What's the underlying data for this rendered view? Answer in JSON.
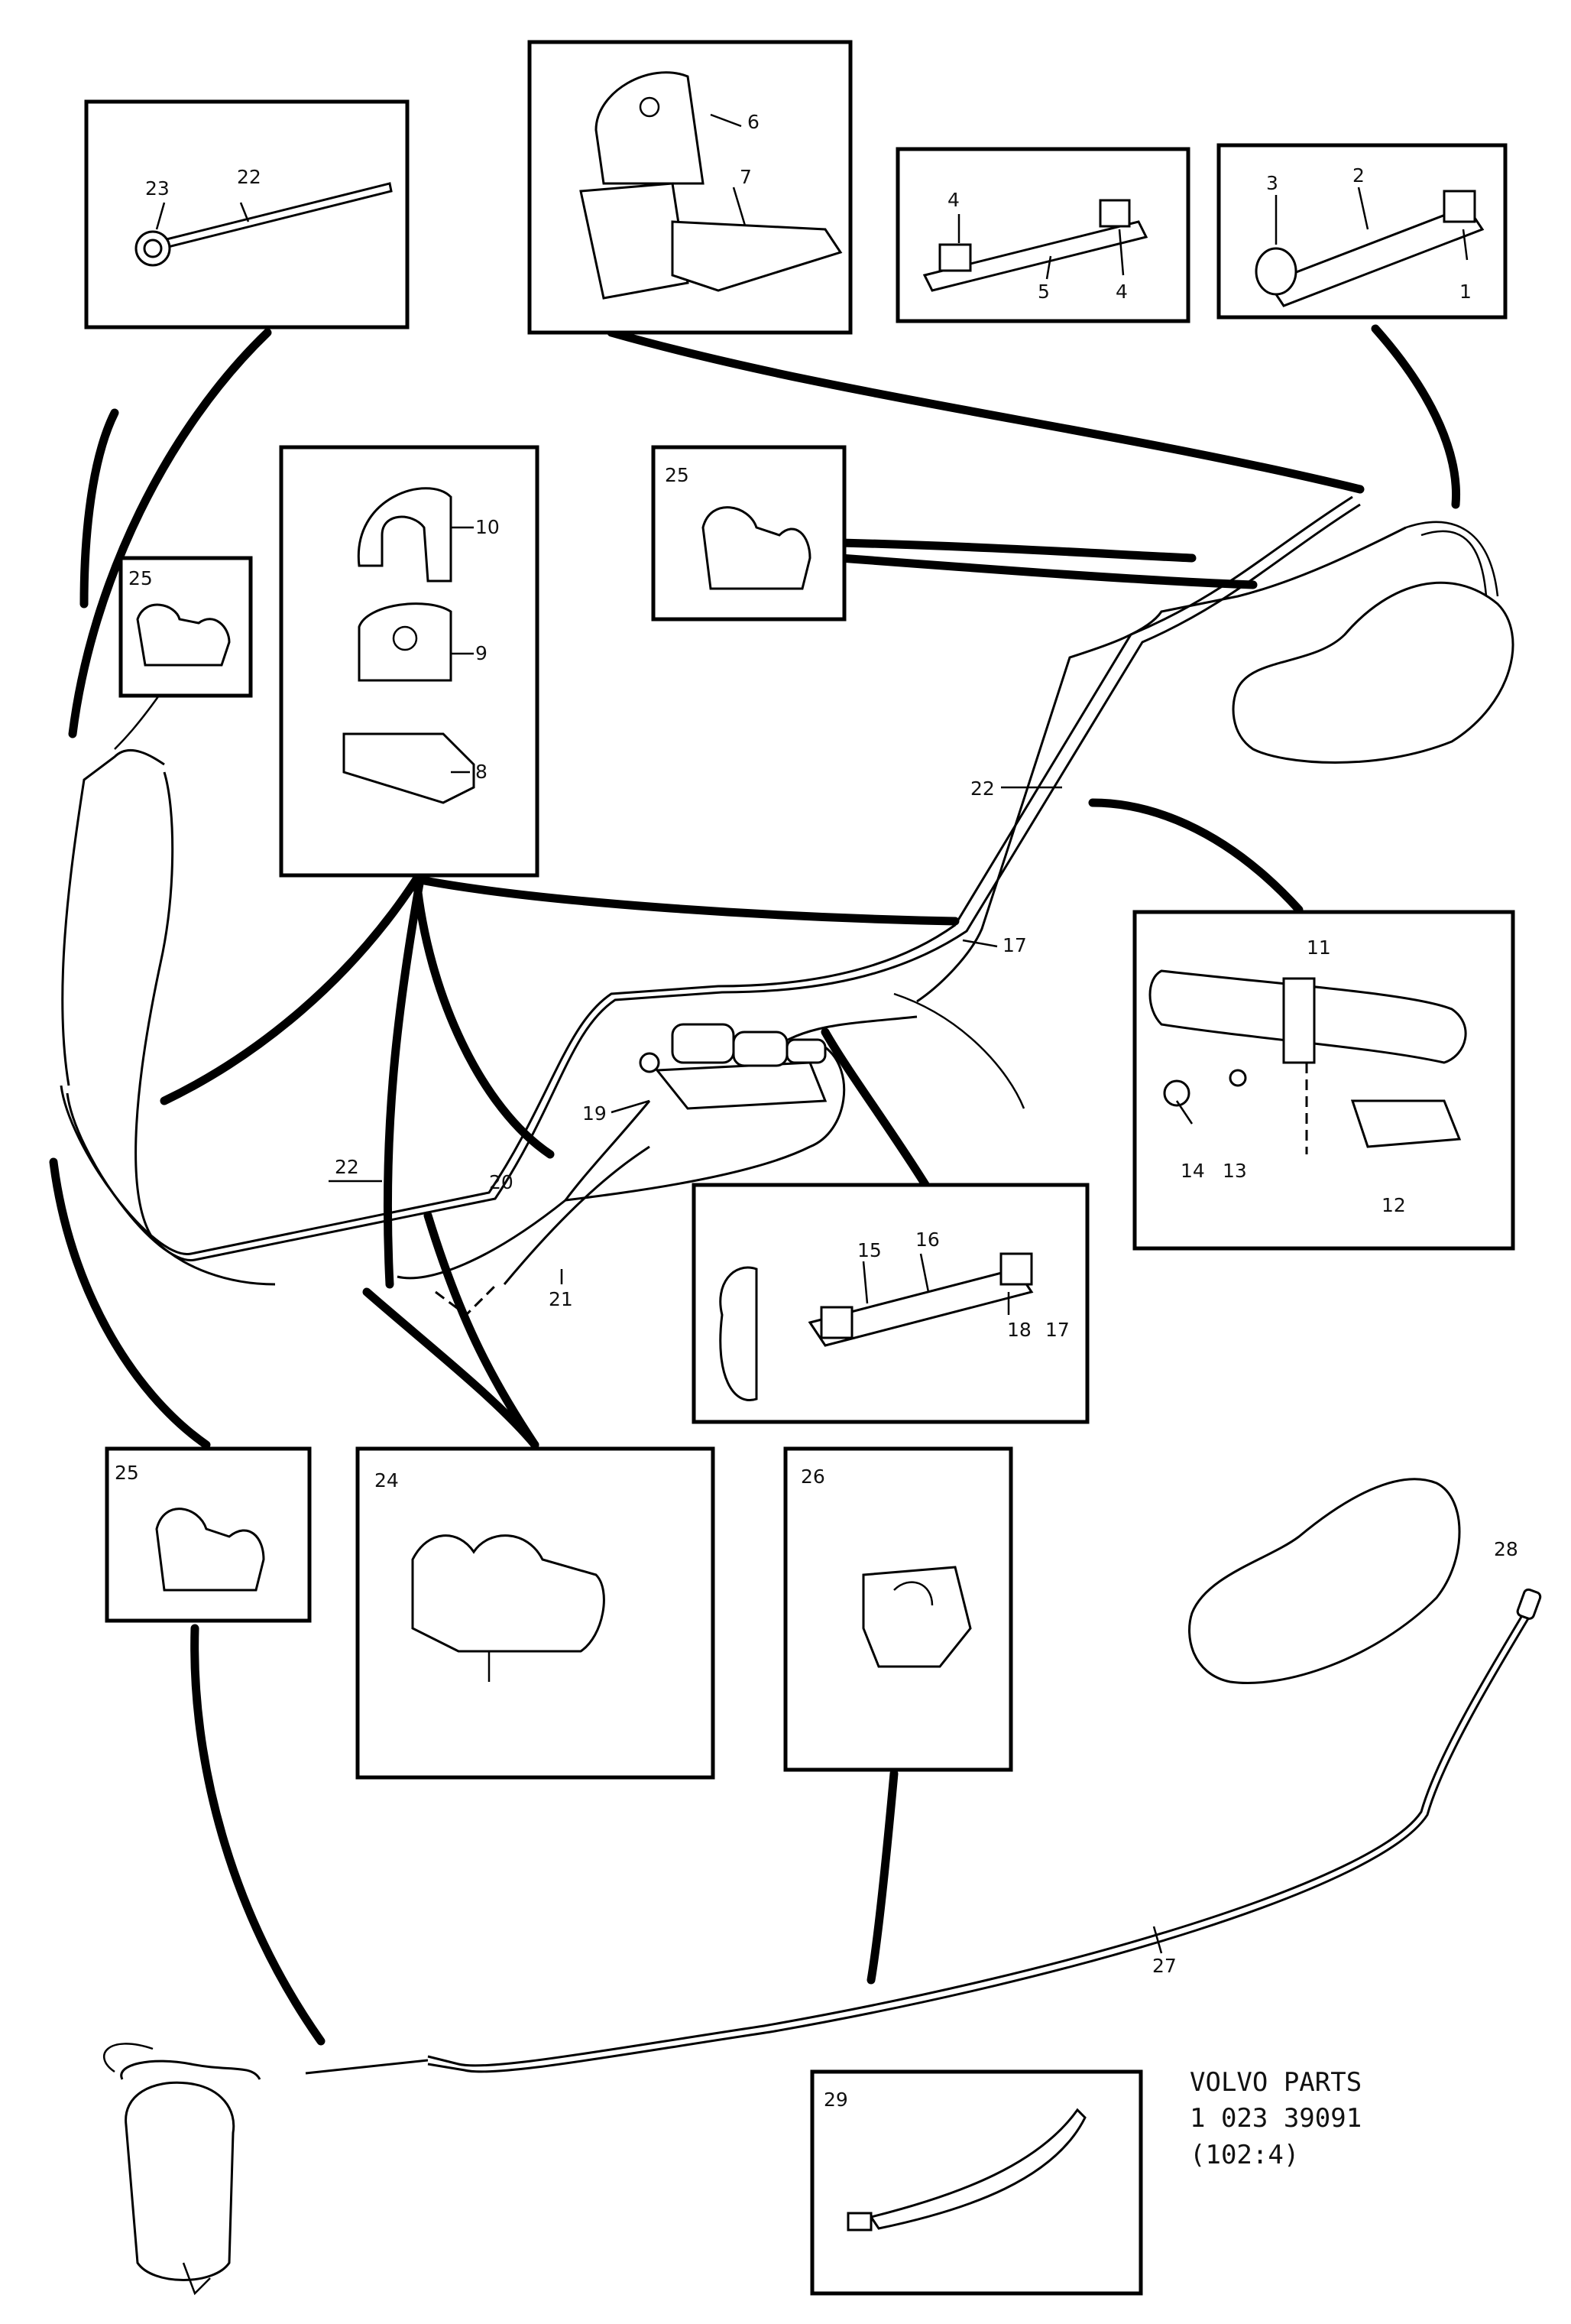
{
  "caption": {
    "line1": "VOLVO PARTS",
    "line2": "1 023 39091",
    "line3": "(102:4)"
  },
  "callouts": {
    "c1": "1",
    "c2": "2",
    "c3": "3",
    "c4": "4",
    "c5": "5",
    "c6": "6",
    "c7": "7",
    "c8": "8",
    "c9": "9",
    "c10": "10",
    "c11": "11",
    "c12": "12",
    "c13": "13",
    "c14": "14",
    "c15": "15",
    "c16": "16",
    "c17": "17",
    "c18": "18",
    "c19": "19",
    "c20": "20",
    "c21": "21",
    "c22": "22",
    "c23": "23",
    "c24": "24",
    "c25": "25",
    "c26": "26",
    "c27": "27",
    "c28": "28",
    "c29": "29"
  }
}
